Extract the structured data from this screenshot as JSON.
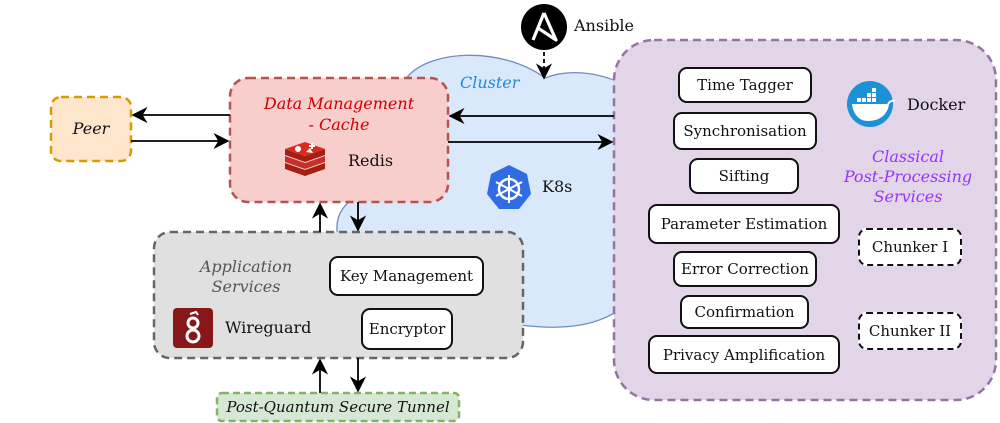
{
  "diagram": {
    "colors": {
      "peer_fill": "#fde6cc",
      "peer_border": "#d79b00",
      "cache_fill": "#f8cecc",
      "cache_border": "#b85450",
      "cache_title": "#cc0000",
      "cluster_fill": "#dae8fc",
      "cluster_border": "#6c8ebf",
      "cluster_title": "#1e88e5",
      "app_fill": "#e0e0e0",
      "app_border": "#666666",
      "app_title": "#555555",
      "pq_fill": "#d5e8d4",
      "pq_border": "#82b366",
      "cpp_fill": "#e1d5e7",
      "cpp_border": "#9673a6",
      "cpp_title": "#9933ff",
      "redis": "#c6302b",
      "wireguard": "#88171a",
      "docker": "#1d91d6",
      "k8s": "#326ce5",
      "ansible": "#000000"
    },
    "peer": {
      "label": "Peer"
    },
    "cache": {
      "title_line1": "Data Management",
      "title_line2": "- Cache",
      "tool": "Redis"
    },
    "cluster": {
      "title": "Cluster",
      "orchestrator": "K8s"
    },
    "ansible": {
      "label": "Ansible"
    },
    "app_services": {
      "title_line1": "Application",
      "title_line2": "Services",
      "tool": "Wireguard",
      "components": [
        "Key Management",
        "Encryptor"
      ]
    },
    "pq_tunnel": {
      "label": "Post-Quantum Secure Tunnel"
    },
    "post_processing": {
      "title_line1": "Classical",
      "title_line2": "Post-Processing",
      "title_line3": "Services",
      "runtime": "Docker",
      "pipeline": [
        "Time Tagger",
        "Synchronisation",
        "Sifting",
        "Parameter Estimation",
        "Error Correction",
        "Confirmation",
        "Privacy Amplification"
      ],
      "chunkers": [
        "Chunker I",
        "Chunker II"
      ]
    }
  }
}
